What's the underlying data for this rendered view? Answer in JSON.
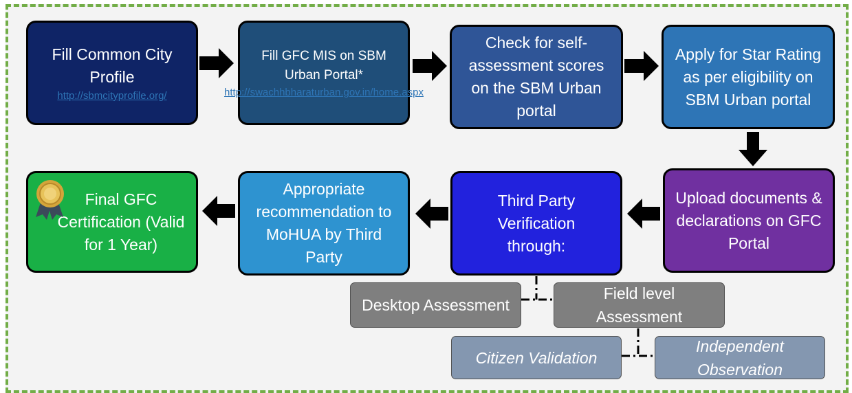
{
  "flow": {
    "step1": {
      "title": "Fill Common City Profile",
      "link": "http://sbmcityprofile.org/"
    },
    "step2": {
      "title": "Fill GFC MIS on SBM Urban Portal*",
      "link": "http://swachhbharaturban.gov.in/home.aspx"
    },
    "step3": {
      "title": "Check for self-assessment scores on the SBM Urban portal"
    },
    "step4": {
      "title": "Apply for Star Rating as per eligibility on SBM Urban portal"
    },
    "step5": {
      "title": "Upload documents & declarations on GFC Portal"
    },
    "step6": {
      "title": "Third Party Verification through:"
    },
    "step7": {
      "title": "Appropriate recommendation to MoHUA by Third Party"
    },
    "step8": {
      "title": "Final GFC Certification (Valid for 1 Year)"
    }
  },
  "verification": {
    "desktop": "Desktop Assessment",
    "field": "Field level Assessment",
    "citizen": "Citizen Validation",
    "independent": "Independent Observation"
  },
  "colors": {
    "frame_border": "#72ad47",
    "frame_bg": "#f3f3f3",
    "step1": "#0f2466",
    "step2": "#1f4e79",
    "step3": "#2f5597",
    "step4": "#2e75b6",
    "step5": "#7030a0",
    "step6": "#2222dd",
    "step7": "#2e93d0",
    "step8": "#19b046",
    "sub_grey": "#7f7f7f",
    "sub_blue_grey": "#8497b0",
    "link": "#2e75b6"
  },
  "icons": {
    "badge": "award-medal-icon",
    "arrow": "block-arrow-icon"
  }
}
